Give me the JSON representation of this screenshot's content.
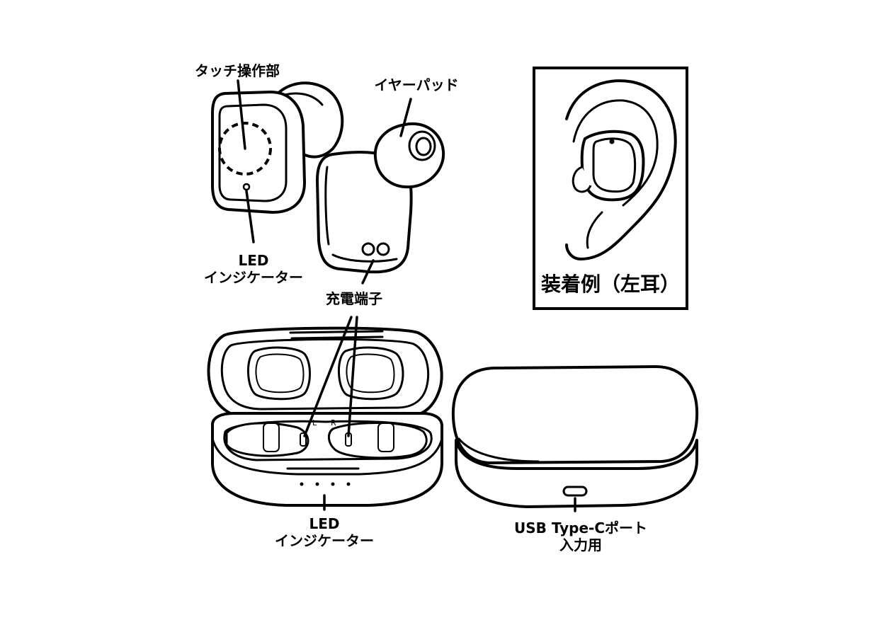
{
  "labels": {
    "touch": "タッチ操作部",
    "earpad": "イヤーパッド",
    "led_top_line1": "LED",
    "led_top_line2": "インジケーター",
    "charging": "充電端子",
    "example": "装着例（左耳）",
    "led_bottom_line1": "LED",
    "led_bottom_line2": "インジケーター",
    "usb_line1": "USB Type-Cポート",
    "usb_line2": "入力用"
  },
  "case_marks": {
    "left": "L",
    "right": "R"
  },
  "colors": {
    "ink": "#000000",
    "paper": "#ffffff"
  }
}
